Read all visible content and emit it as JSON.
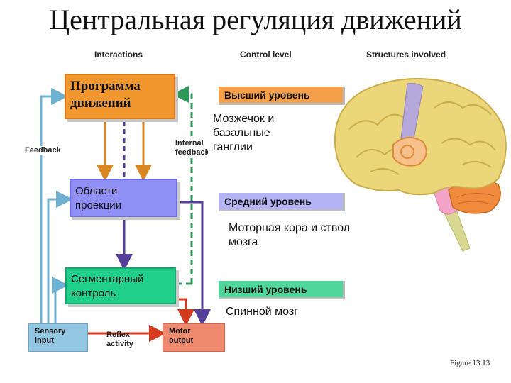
{
  "title": "Центральная регуляция движений",
  "columns": {
    "interactions": "Interactions",
    "control_level": "Control level",
    "structures": "Structures involved"
  },
  "boxes": {
    "program": [
      "Программа",
      "движений"
    ],
    "projection": [
      "Области",
      "проекции"
    ],
    "segmental": [
      "Сегментарный",
      "контроль"
    ],
    "sensory": [
      "Sensory",
      "input"
    ],
    "reflex": [
      "Reflex",
      "activity"
    ],
    "motor": [
      "Motor",
      "output"
    ]
  },
  "labels": {
    "feedback": "Feedback",
    "internal_feedback": [
      "Internal",
      "feedback"
    ]
  },
  "levels": {
    "high": "Высший уровень",
    "mid": "Средний уровень",
    "low": "Низший уровень"
  },
  "structures": {
    "high": [
      "Мозжечок и",
      "базальные",
      "ганглии"
    ],
    "mid": [
      "Моторная кора и ствол",
      "мозга"
    ],
    "low": "Спинной мозг"
  },
  "figure_caption": "Figure 13.13",
  "colors": {
    "program": "#f2962e",
    "projection": "#8f8ff5",
    "segmental": "#1fcf8a",
    "sensory": "#93c6e1",
    "motor": "#f08a6e",
    "feedback_arrow": "#6fb1d3",
    "internal_arrow": "#2e9a5a",
    "orange_arrow": "#d98522",
    "purple_arrow": "#553f9a",
    "red_arrow": "#d43a1e"
  }
}
